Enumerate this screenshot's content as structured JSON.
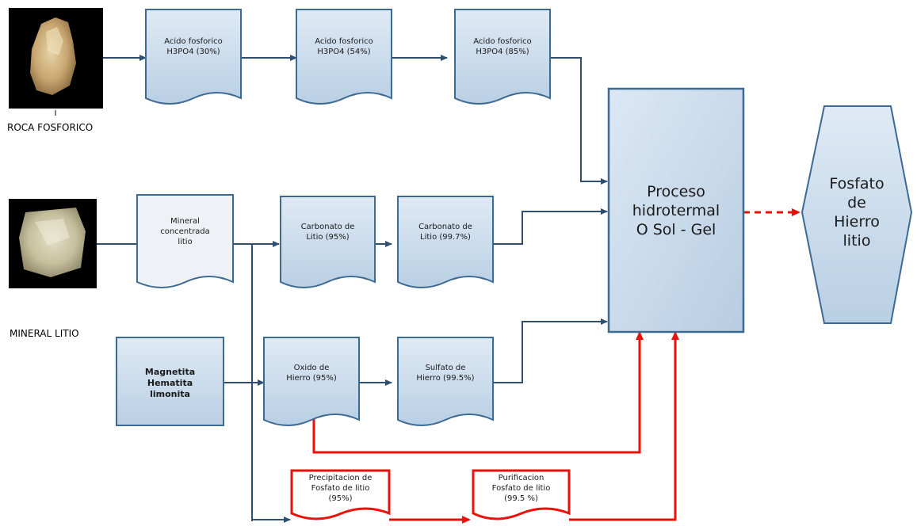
{
  "labels": {
    "roca": "ROCA FOSFORICO",
    "mineral_litio": "MINERAL LITIO"
  },
  "nodes": {
    "acido30": "Acido fosforico\nH3PO4 (30%)",
    "acido54": "Acido fosforico\nH3PO4 (54%)",
    "acido85": "Acido fosforico\nH3PO4 (85%)",
    "mineral_conc": "Mineral\nconcentrada\nlitio",
    "carb95": "Carbonato de\nLitio (95%)",
    "carb997": "Carbonato de\nLitio (99.7%)",
    "magnetita": "Magnetita\nHematita\nlimonita",
    "oxido": "Oxido de\nHierro (95%)",
    "sulfato": "Sulfato de\nHierro (99.5%)",
    "precip": "Precipitacion de\nFosfato de litio\n(95%)",
    "purif": "Purificacion\nFosfato de litio\n(99.5 %)",
    "proceso": "Proceso\nhidrotermal\nO Sol - Gel",
    "fosfato": "Fosfato\nde\nHierro\nlitio"
  },
  "colors": {
    "fill_blue": "#c9dced",
    "fill_light": "#eef2f6",
    "stroke_blue": "#3d6a93",
    "arrow_dark": "#2e4f6e",
    "red": "#e8120b"
  }
}
